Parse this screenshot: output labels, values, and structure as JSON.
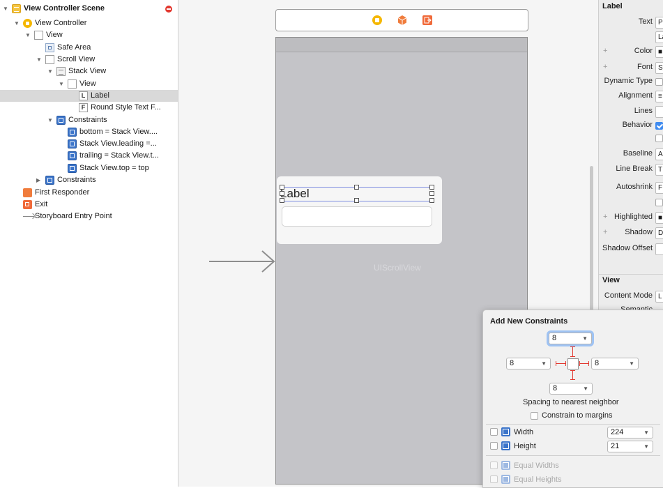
{
  "outline": {
    "rows": [
      {
        "label": "View Controller Scene",
        "icon": "scene-icon",
        "expanded": true,
        "bold": true
      },
      {
        "label": "View Controller",
        "icon": "view-controller-icon",
        "expanded": true
      },
      {
        "label": "View",
        "icon": "view-icon",
        "expanded": true
      },
      {
        "label": "Safe Area",
        "icon": "safe-area-icon"
      },
      {
        "label": "Scroll View",
        "icon": "view-icon",
        "expanded": true
      },
      {
        "label": "Stack View",
        "icon": "stack-view-icon",
        "expanded": true
      },
      {
        "label": "View",
        "icon": "view-icon",
        "expanded": true
      },
      {
        "label": "Label",
        "icon": "label-icon",
        "glyph": "L",
        "selected": true
      },
      {
        "label": "Round Style Text F...",
        "icon": "text-field-icon",
        "glyph": "F"
      },
      {
        "label": "Constraints",
        "icon": "constraints-icon",
        "expanded": true
      },
      {
        "label": "bottom = Stack View....",
        "icon": "constraint-icon"
      },
      {
        "label": "Stack View.leading =...",
        "icon": "constraint-icon"
      },
      {
        "label": "trailing = Stack View.t...",
        "icon": "constraint-icon"
      },
      {
        "label": "Stack View.top = top",
        "icon": "constraint-icon"
      },
      {
        "label": "Constraints",
        "icon": "constraints-icon",
        "expanded": false
      },
      {
        "label": "First Responder",
        "icon": "first-responder-icon"
      },
      {
        "label": "Exit",
        "icon": "exit-icon"
      },
      {
        "label": "Storyboard Entry Point",
        "icon": "arrow-icon"
      }
    ]
  },
  "canvas": {
    "scene_icons": [
      "view-controller-icon",
      "first-responder-icon",
      "exit-icon"
    ],
    "label_text": "Label",
    "watermark": "UIScrollView"
  },
  "inspector": {
    "section1_title": "Label",
    "rows": [
      {
        "label": "Text",
        "value": "P"
      },
      {
        "label": "",
        "value": "La"
      },
      {
        "label": "Color",
        "value": "■",
        "plus": true
      },
      {
        "label": "Font",
        "value": "Sy",
        "plus": true
      },
      {
        "label": "Dynamic Type",
        "checkbox": true
      },
      {
        "label": "Alignment",
        "value": "≡"
      },
      {
        "label": "Lines",
        "value": ""
      },
      {
        "label": "Behavior",
        "checkbox": true,
        "checked": true
      },
      {
        "label": "",
        "checkbox": true
      },
      {
        "label": "Baseline",
        "value": "A"
      },
      {
        "label": "Line Break",
        "value": "T"
      },
      {
        "label": "Autoshrink",
        "value": "F"
      },
      {
        "label": "",
        "checkbox": true
      },
      {
        "label": "Highlighted",
        "value": "■",
        "plus": true
      },
      {
        "label": "Shadow",
        "value": "D",
        "plus": true
      },
      {
        "label": "Shadow Offset",
        "value": ""
      }
    ],
    "section2_title": "View",
    "content_mode_label": "Content Mode",
    "content_mode_value": "L",
    "semantic_label": "Semantic"
  },
  "popover": {
    "title": "Add New Constraints",
    "top_value": "8",
    "left_value": "8",
    "right_value": "8",
    "bottom_value": "8",
    "spacing_caption": "Spacing to nearest neighbor",
    "constrain_margins_label": "Constrain to margins",
    "width_label": "Width",
    "width_value": "224",
    "height_label": "Height",
    "height_value": "21",
    "equal_widths_label": "Equal Widths",
    "equal_heights_label": "Equal Heights"
  },
  "colors": {
    "accent": "#3f8bf0",
    "constraint_red": "#e2382f",
    "selection": "#d9d9d9"
  }
}
